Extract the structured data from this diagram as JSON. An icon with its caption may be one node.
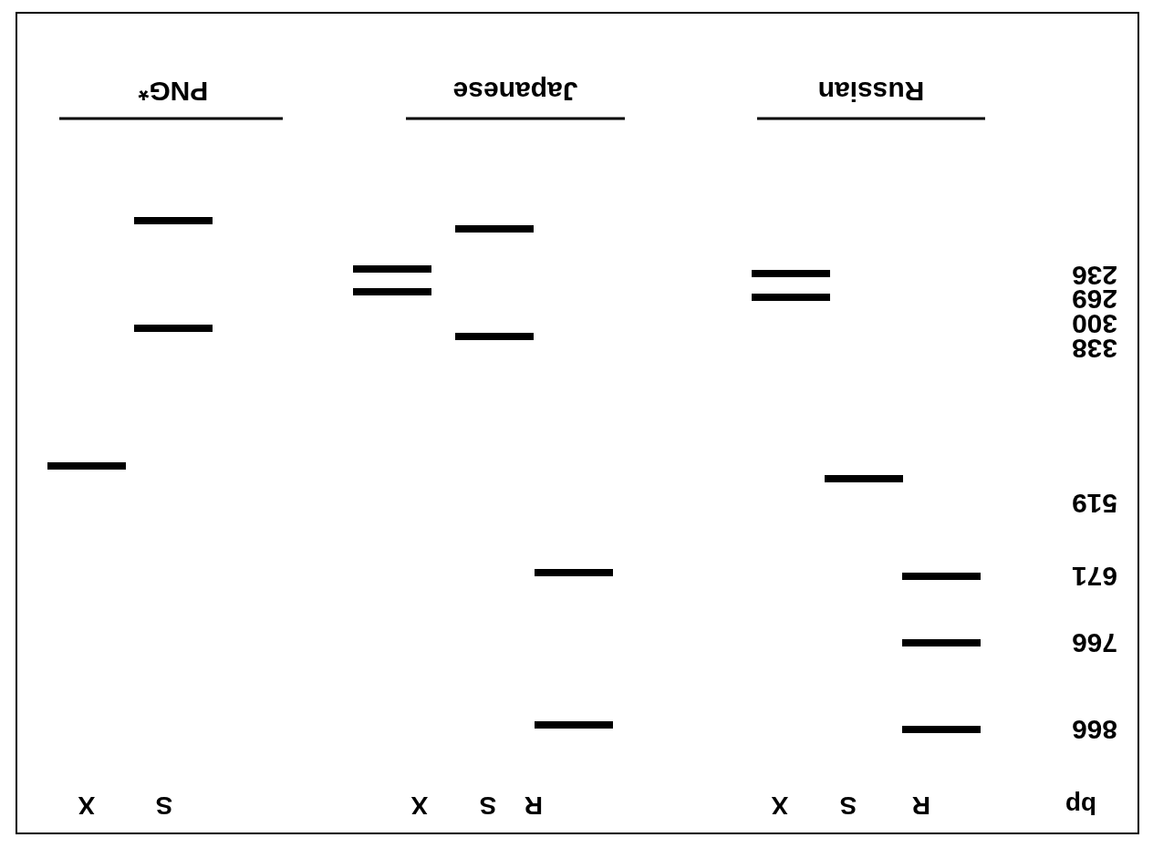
{
  "diagram": {
    "labels": [
      "bp",
      "R",
      "S",
      "X",
      "R",
      "S",
      "X",
      "S",
      "X",
      "866",
      "766",
      "671",
      "519",
      "338",
      "300",
      "269",
      "236",
      "Russian",
      "Japanese",
      "PNG*"
    ]
  }
}
